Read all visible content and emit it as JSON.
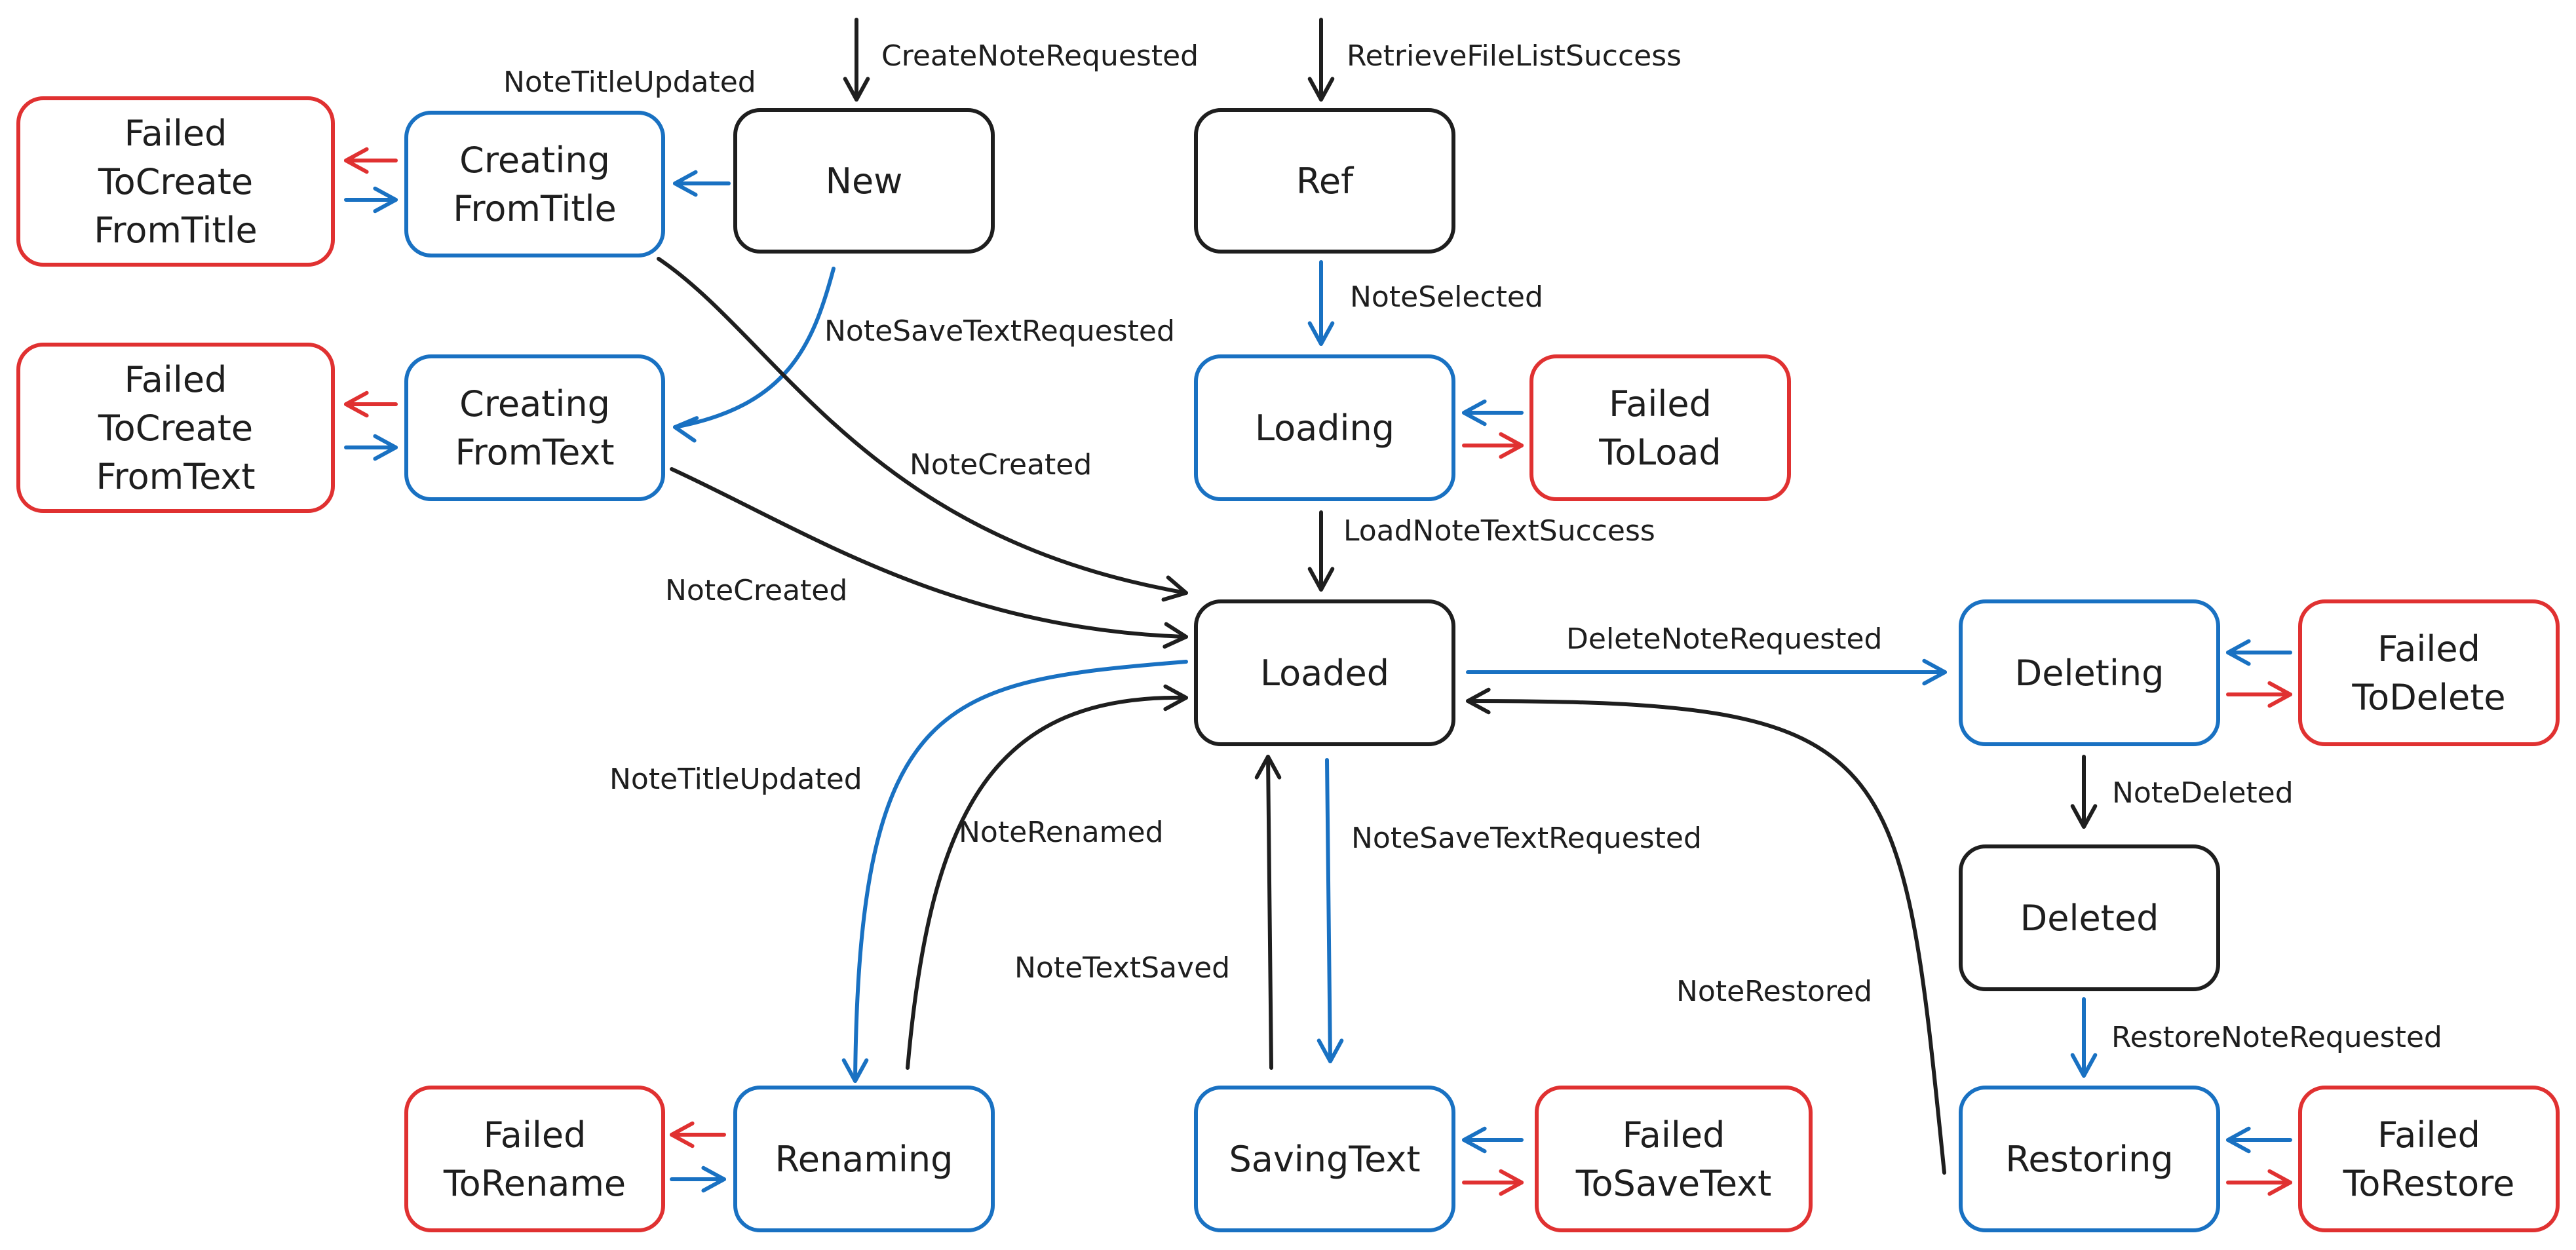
{
  "colors": {
    "black": "#1e1e1e",
    "blue": "#1971c2",
    "red": "#e03131"
  },
  "nodes": {
    "new": {
      "lines": [
        "New"
      ],
      "color": "black"
    },
    "ref": {
      "lines": [
        "Ref"
      ],
      "color": "black"
    },
    "creating_from_title": {
      "lines": [
        "Creating",
        "FromTitle"
      ],
      "color": "blue"
    },
    "failed_create_title": {
      "lines": [
        "Failed",
        "ToCreate",
        "FromTitle"
      ],
      "color": "red"
    },
    "creating_from_text": {
      "lines": [
        "Creating",
        "FromText"
      ],
      "color": "blue"
    },
    "failed_create_text": {
      "lines": [
        "Failed",
        "ToCreate",
        "FromText"
      ],
      "color": "red"
    },
    "loading": {
      "lines": [
        "Loading"
      ],
      "color": "blue"
    },
    "failed_load": {
      "lines": [
        "Failed",
        "ToLoad"
      ],
      "color": "red"
    },
    "loaded": {
      "lines": [
        "Loaded"
      ],
      "color": "black"
    },
    "deleting": {
      "lines": [
        "Deleting"
      ],
      "color": "blue"
    },
    "failed_delete": {
      "lines": [
        "Failed",
        "ToDelete"
      ],
      "color": "red"
    },
    "deleted": {
      "lines": [
        "Deleted"
      ],
      "color": "black"
    },
    "restoring": {
      "lines": [
        "Restoring"
      ],
      "color": "blue"
    },
    "failed_restore": {
      "lines": [
        "Failed",
        "ToRestore"
      ],
      "color": "red"
    },
    "renaming": {
      "lines": [
        "Renaming"
      ],
      "color": "blue"
    },
    "failed_rename": {
      "lines": [
        "Failed",
        "ToRename"
      ],
      "color": "red"
    },
    "saving_text": {
      "lines": [
        "SavingText"
      ],
      "color": "blue"
    },
    "failed_save_text": {
      "lines": [
        "Failed",
        "ToSaveText"
      ],
      "color": "red"
    }
  },
  "edge_labels": {
    "create_note_requested": "CreateNoteRequested",
    "retrieve_file_list_success": "RetrieveFileListSuccess",
    "note_title_updated_top": "NoteTitleUpdated",
    "note_save_text_requested_top": "NoteSaveTextRequested",
    "note_selected": "NoteSelected",
    "note_created_1": "NoteCreated",
    "note_created_2": "NoteCreated",
    "load_note_text_success": "LoadNoteTextSuccess",
    "delete_note_requested": "DeleteNoteRequested",
    "note_title_updated_bottom": "NoteTitleUpdated",
    "note_renamed": "NoteRenamed",
    "note_save_text_requested_bottom": "NoteSaveTextRequested",
    "note_text_saved": "NoteTextSaved",
    "note_deleted": "NoteDeleted",
    "note_restored": "NoteRestored",
    "restore_note_requested": "RestoreNoteRequested"
  }
}
